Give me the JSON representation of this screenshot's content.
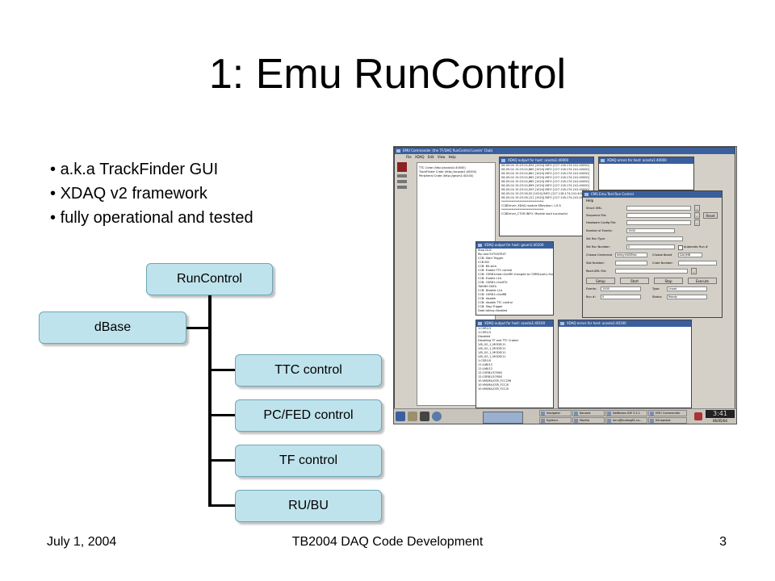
{
  "slide": {
    "title": "1: Emu RunControl",
    "bullets": [
      "a.k.a TrackFinder GUI",
      "XDAQ v2 framework",
      "fully operational and tested"
    ]
  },
  "org_chart": {
    "root": "RunControl",
    "assistant": "dBase",
    "children": [
      "TTC control",
      "PC/FED control",
      "TF control",
      "RU/BU"
    ]
  },
  "footer": {
    "date": "July 1, 2004",
    "center": "TB2004 DAQ Code Development",
    "page": "3"
  },
  "screenshot": {
    "commander": {
      "title": "EMU Commander (the TF/DAQ RunControl Lovers' Club)",
      "menu": [
        "File",
        "XDAQ",
        "Edit",
        "View",
        "Help"
      ],
      "tree_items": [
        "TTC Crate (http://acosta1:40000)",
        "TrackFinder Crate (http://acosta1:40000)",
        "Peripheral Crate (http://geum1:40100)"
      ]
    },
    "xdaq_output_1": {
      "title": "XDAQ output for host: acosta1:40000",
      "lines": [
        "06-05-04 15:23:24,834 [1024] INFO [127.118.174.241:40000]",
        "06-05-04 15:23:24,860 [1024] INFO [127.118.174.241:40000]",
        "06-05-04 15:23:24,861 [1024] INFO [127.118.174.241:40000]",
        "06-05-04 15:23:24,862 [1024] INFO [127.118.174.241:40000]",
        "06-05-04 15:23:24,865 [1024] INFO [127.118.174.241:40000]",
        "06-05-04 15:23:24,899 [1024] INFO [127.118.174.241:40000]",
        "06-05-04 15:23:24,903 [1024] INFO [127.118.174.241:40000]",
        "06-05-04 15:23:26,92 [1024] INFO [127.118.174.241:40000]",
        "06-05-04 15:23:26,121 [1024] INFO [127.118.174.241:40000]",
        "******************************",
        "CCBDriver: XDAQ module $Revision: 1.8 $",
        "******************************",
        "",
        "CCBDriver_CTOR-INFO: Module load successful"
      ]
    },
    "xdaq_errors_1": {
      "title": "XDAQ errors for host: acosta1:40000"
    },
    "xdaq_output_2": {
      "title": "XDAQ output for host: geum1:40100",
      "lines": [
        "Stop DLIC",
        "Rip and EVTCNTRST",
        "CCB: Start Trigger",
        "CCB BCI",
        "CCB: BX-zero",
        "CCB: Enable TTC control",
        "CCB: CSRB1read=0xdff0 changed to CSRB1(set)=0xdff8",
        "CCB: Enable L1A",
        "CCB: CSRB1=0xdf70",
        "TAKING DATA",
        "CCB: Disable L1A",
        "CCB: CSRB1=0xdff8",
        "CCB: disable",
        "CCB: disable TTC control",
        "CCB: Stop Trigger",
        "Data taking disabled"
      ]
    },
    "xdaq_output_3": {
      "title": "XDAQ output for host: acosta1:40100",
      "lines": [
        "1:CSR1/3",
        "1:CSR1/3",
        "Disabled",
        "Disabling TF and TTC Crates!",
        "1/B_G0_1_MODE/11",
        "2/B_G0_1_MODE/11",
        "1/B_G0_1_MODE/11",
        "2/B_G0_1_MODE/11",
        "1:CSR1/0",
        "11:LAB/12",
        "11:LAB/12",
        "12:CSRB1/5708X",
        "12:CSRB1/5708X",
        "10:VM/MA/CSR_FCC256",
        "10:VM/MA/CSR_FCC/0",
        "10:VM/MA/CSR_FCC/0"
      ]
    },
    "xdaq_errors_2": {
      "title": "XDAQ errors for host: acosta1:40100"
    },
    "run_control": {
      "title": "CMS Emu Test Run Control",
      "menu": "Help",
      "fields": {
        "struct_xml": {
          "label": "Struct XML:",
          "value": ""
        },
        "sequence_file": {
          "label": "Sequence File:",
          "value": ""
        },
        "hardware_config": {
          "label": "Hardware Config File:",
          "value": ""
        },
        "num_events": {
          "label": "Number of Events:",
          "value": "1500"
        },
        "set_run_type": {
          "label": "Set Run Type:",
          "value": ""
        },
        "set_run_number": {
          "label": "Set Run Number:",
          "value": "0"
        },
        "choose_command": {
          "label": "Choose Command",
          "value": "tkKeyVSBITest"
        },
        "choose_board": {
          "label": "Choose Board",
          "value": "DAQMB"
        },
        "slot_number": {
          "label": "Slot Number:",
          "value": ""
        },
        "crate_number": {
          "label": "Crate Number:",
          "value": ""
        },
        "read_xml": {
          "label": "Read XML File:",
          "value": ""
        }
      },
      "auto_run_label": "Automatic Run #",
      "reset_label": "Reset",
      "buttons": [
        "Setup",
        "Start",
        "Stop",
        "Execute"
      ],
      "status": {
        "events_label": "Events:",
        "events_value": "1500",
        "type_label": "Type:",
        "type_value": "Unset",
        "run_label": "Run #:",
        "run_value": "0",
        "status_label": "Status:",
        "status_value": "Ready"
      }
    },
    "taskbar": {
      "tasks": [
        "Navigator",
        "tightvnc",
        "Konsole",
        "Mozilla",
        "NetBeans IDE 3.5.1",
        "emu@burkeg82.co...",
        "EMU Commander",
        "KSnapshot"
      ],
      "clock": "3:41",
      "date": "06/05/04"
    }
  }
}
